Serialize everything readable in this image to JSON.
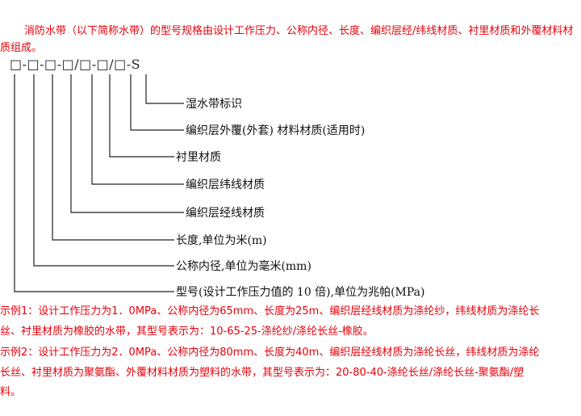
{
  "intro": "消防水带（以下简称水带）的型号规格由设计工作压力、公称内径、长度、编织层经/纬线材质、衬里材质和外覆材料材质组成。",
  "code_pattern": "□-□-□-□/□-□/□-S",
  "labels": [
    "湿水带标识",
    "编织层外覆(外套) 材料材质(适用时)",
    "衬里材质",
    "编织层纬线材质",
    "编织层经线材质",
    "长度,单位为米(m)",
    "公称内径,单位为毫米(mm)",
    "型号(设计工作压力值的 10 倍),单位为兆帕(MPa)"
  ],
  "examples": [
    [
      "示例1：设计工作压力为1．0MPa、公称内径为65mm、长度为25m、编织层经线材质为涤纶纱，纬线材质为涤纶长",
      "丝、衬里材质为橡胶的水带，其型号表示为：10-65-25-涤纶纱/涤纶长丝-橡胶。"
    ],
    [
      "示例2：设计工作压力为2．0MPa、公称内径为80mm、长度为40m、编织层经线材质为涤纶长丝，纬线材质为涤纶",
      "长丝、衬里材质为聚氨酯、外覆材料材质为塑料的水带，其型号表示为：20-80-40-涤纶长丝/涤纶长丝-聚氨酯/塑",
      "料。"
    ]
  ]
}
